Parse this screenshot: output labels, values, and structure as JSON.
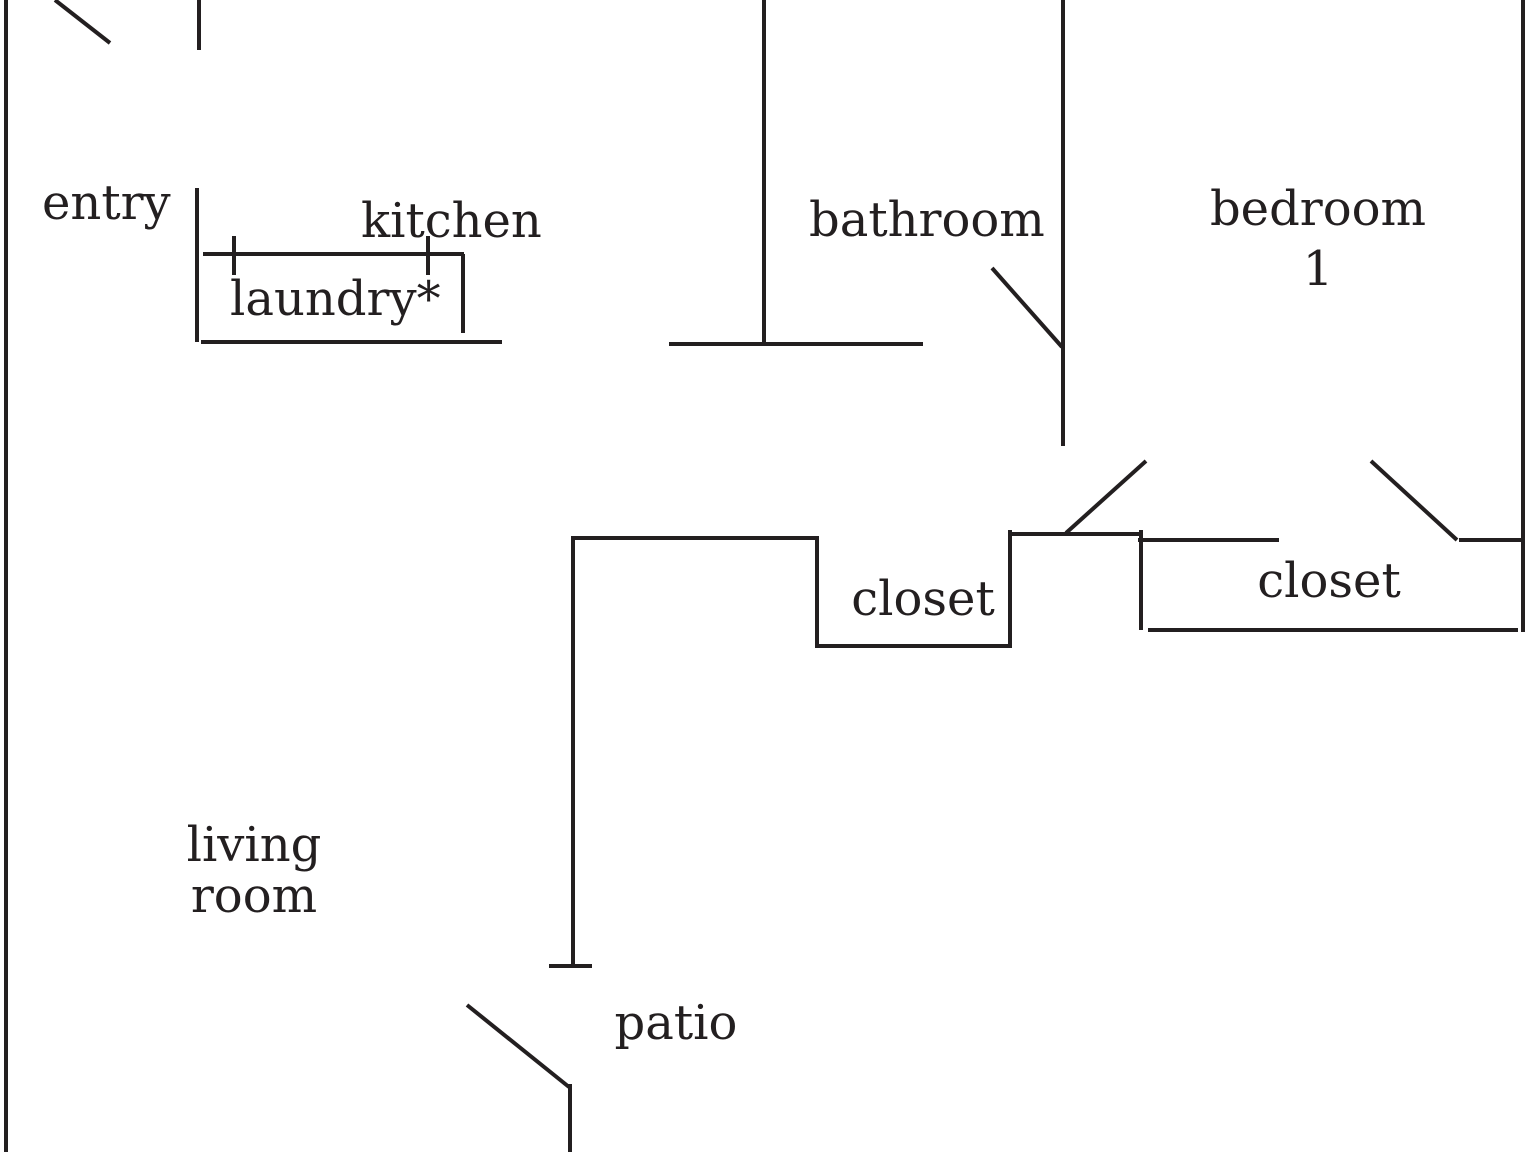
{
  "floorplan": {
    "rooms": {
      "entry": "entry",
      "kitchen": "kitchen",
      "laundry": "laundry*",
      "bathroom": "bathroom",
      "bedroom_line1": "bedroom",
      "bedroom_line2": "1",
      "closet_hall": "closet",
      "closet_bedroom": "closet",
      "living_line1": "living",
      "living_line2": "room",
      "patio": "patio"
    },
    "line_color": "#231f20"
  }
}
